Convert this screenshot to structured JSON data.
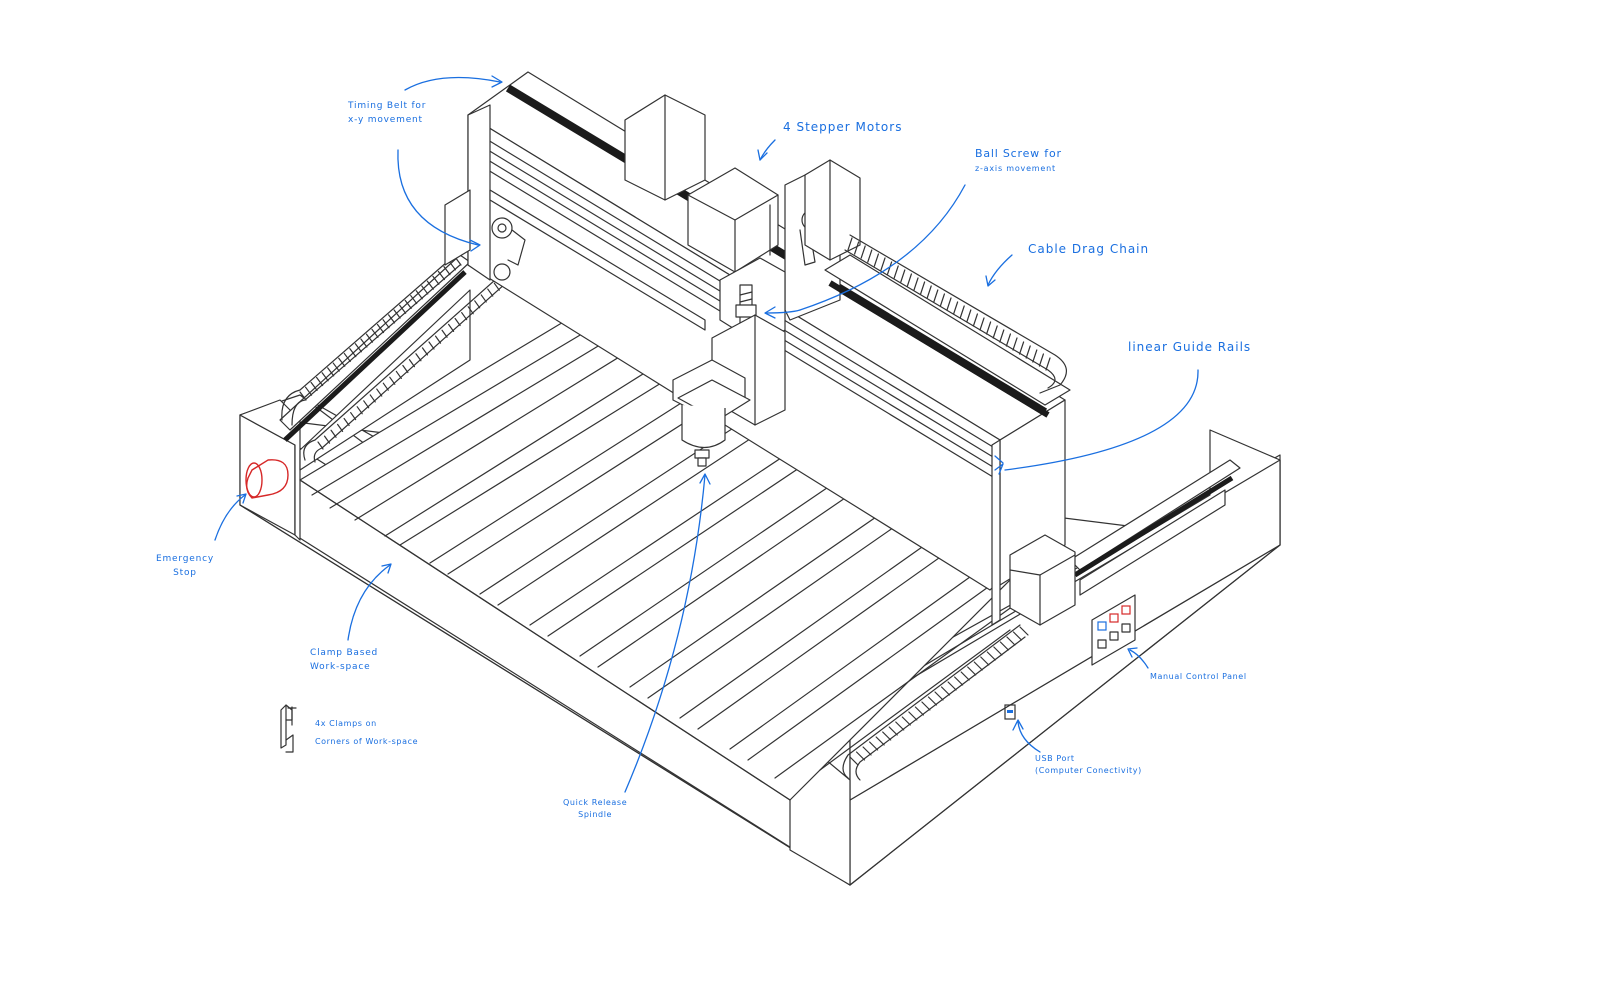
{
  "annotations": {
    "timing_belt": [
      "Timing Belt for",
      "x-y movement"
    ],
    "stepper_motors": [
      "4 Stepper Motors"
    ],
    "ball_screw": [
      "Ball Screw for",
      "z-axis movement"
    ],
    "cable_drag_chain": [
      "Cable Drag Chain"
    ],
    "linear_guide_rails": [
      "linear Guide Rails"
    ],
    "emergency_stop": [
      "Emergency",
      "Stop"
    ],
    "clamp_workspace": [
      "Clamp Based",
      "Work-space"
    ],
    "clamps_note": [
      "4x Clamps on",
      "Corners of Work-space"
    ],
    "quick_release_spindle": [
      "Quick Release",
      "Spindle"
    ],
    "manual_control_panel": [
      "Manual Control Panel"
    ],
    "usb_port": [
      "USB Port",
      "(Computer Conectivity)"
    ]
  },
  "colors": {
    "annotation": "#1a6fe0",
    "line_art": "#333333",
    "emergency_stop": "#d62828",
    "panel_blue": "#1a6fe0",
    "panel_red": "#d62828"
  }
}
